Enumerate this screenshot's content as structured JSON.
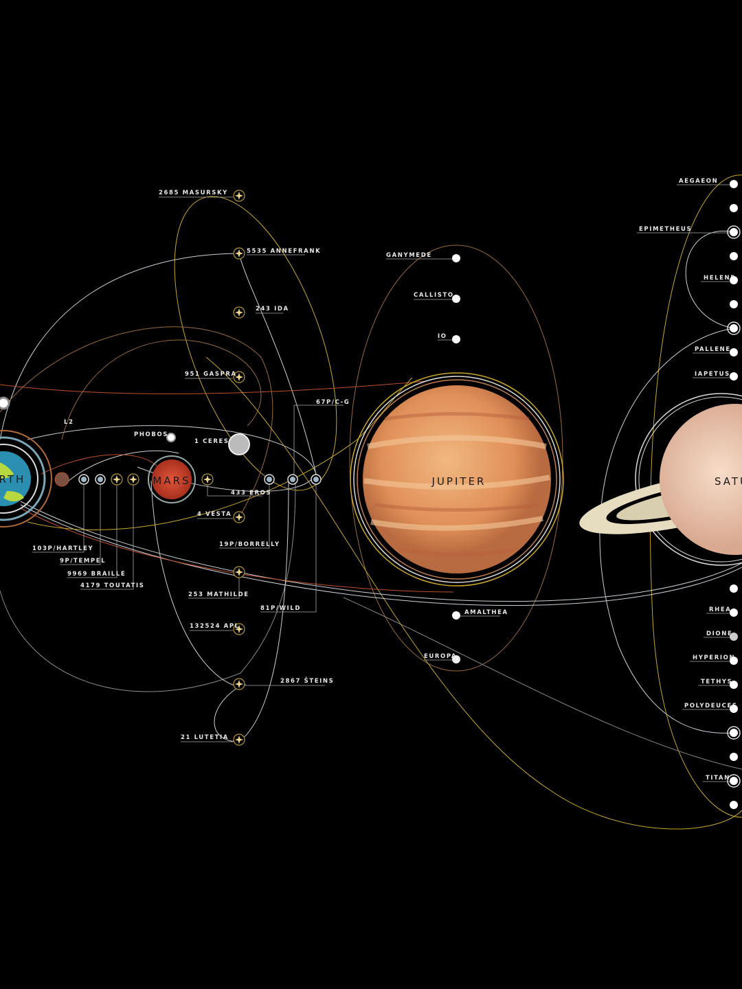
{
  "planets": {
    "earth": "EARTH",
    "mars": "MARS",
    "jupiter": "JUPITER",
    "saturn": "SATURN"
  },
  "lagrange": "L2",
  "asteroids_comets": {
    "masursky": "2685 MASURSKY",
    "annefrank": "5535 ANNEFRANK",
    "ida": "243 IDA",
    "gaspra": "951 GASPRA",
    "cg": "67P/C-G",
    "ceres": "1 CERES",
    "eros": "433 EROS",
    "vesta": "4 VESTA",
    "borrelly": "19P/BORRELLY",
    "hartley": "103P/HARTLEY",
    "tempel": "9P/TEMPEL",
    "braille": "9969 BRAILLE",
    "toutatis": "4179 TOUTATIS",
    "mathilde": "253 MATHILDE",
    "wild": "81P/WILD",
    "apl": "132524 APL",
    "steins": "2867 ŠTEINS",
    "lutetia": "21 LUTETIA"
  },
  "mars_moons": {
    "phobos": "PHOBOS"
  },
  "jupiter_moons": {
    "ganymede": "GANYMEDE",
    "callisto": "CALLISTO",
    "io": "IO",
    "amalthea": "AMALTHEA",
    "europa": "EUROPA"
  },
  "saturn_moons": {
    "aegaeon": "AEGAEON",
    "epimetheus": "EPIMETHEUS",
    "helene": "HELENE",
    "pallene": "PALLENE",
    "iapetus": "IAPETUS",
    "rhea": "RHEA",
    "dione": "DIONE",
    "hyperion": "HYPERION",
    "tethys": "TETHYS",
    "polydeuces": "POLYDEUCES",
    "titan": "TITAN"
  },
  "colors": {
    "background": "#000000",
    "mars": "#c8402a",
    "jupiter": "#e09a60",
    "saturn": "#eed0b8",
    "earth": "#2a8fb0"
  }
}
